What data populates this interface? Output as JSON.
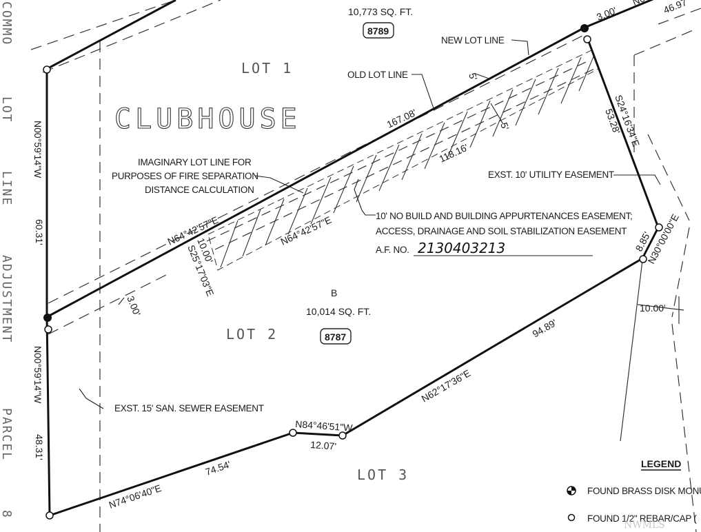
{
  "lots": {
    "lot1_area": "10,773 SQ. FT.",
    "lot1_address": "8789",
    "lot1_name": "LOT 1",
    "clubhouse": "CLUBHOUSE",
    "lot2_parcel": "B",
    "lot2_area": "10,014 SQ. FT.",
    "lot2_address": "8787",
    "lot2_name": "LOT 2",
    "lot3_name": "LOT 3"
  },
  "labels": {
    "new_lot_line": "NEW LOT LINE",
    "old_lot_line": "OLD LOT LINE",
    "imaginary_1": "IMAGINARY LOT LINE FOR",
    "imaginary_2": "PURPOSES OF FIRE SEPARATION",
    "imaginary_3": "DISTANCE CALCULATION",
    "utility_easement": "EXST. 10' UTILITY EASEMENT",
    "no_build_1": "10' NO BUILD AND BUILDING APPURTENANCES EASEMENT;",
    "no_build_2": "ACCESS, DRAINAGE AND SOIL STABILIZATION EASEMENT",
    "af_no_prefix": "A.F. NO.",
    "af_no_value": "2130403213",
    "sewer_easement": "EXST. 15' SAN. SEWER EASEMENT"
  },
  "dimensions": {
    "top_3ft": "3.00'",
    "top_4697": "46.97",
    "top_bearing_partial": "N6",
    "d167": "167.08'",
    "d118": "118.16'",
    "d5a": "5'",
    "d5b": "5'",
    "bearing_s24": "S24°16'34\"E",
    "d5328": "53.28'",
    "bearing_n00_upper": "N00°59'14\"W",
    "d6031": "60.31'",
    "bearing_n64_a": "N64°42'57\"E",
    "bearing_n64_b": "N64°42'57\"E",
    "d1000_left": "10.00'",
    "bearing_s25": "S25°17'03\"E",
    "d300_left": "3.00'",
    "d885": "8.85'",
    "bearing_n30": "N30°00'00\"E",
    "d1000_right": "10.00'",
    "d9489": "94.89'",
    "bearing_n62": "N62°17'36\"E",
    "bearing_n84": "N84°46'51\"W",
    "d1207": "12.07'",
    "d7454": "74.54'",
    "bearing_n74": "N74°06'40\"E",
    "bearing_n00_lower": "N00°59'14\"W",
    "d4831": "48.31'"
  },
  "side_title": {
    "w1": "COMMO",
    "w2": "LOT",
    "w3": "LINE",
    "w4": "ADJUSTMENT",
    "w5": "PARCEL",
    "w6": "8"
  },
  "legend": {
    "title": "LEGEND",
    "item1": "FOUND BRASS DISK MONU",
    "item2": "FOUND 1/2\" REBAR/CAP ("
  },
  "watermark": "NWMLS"
}
